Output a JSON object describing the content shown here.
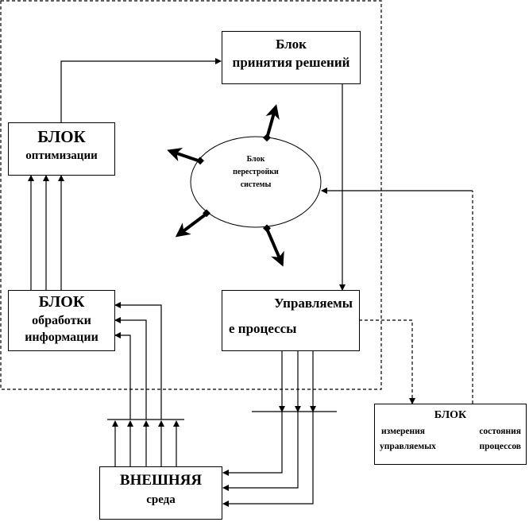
{
  "diagram": {
    "blocks": {
      "decision": {
        "line1": "Блок",
        "line2": "принятия решений"
      },
      "optimization": {
        "line1": "БЛОК",
        "line2": "оптимизации"
      },
      "processing": {
        "line1": "БЛОК",
        "line2": "обработки",
        "line3": "информации"
      },
      "managed": {
        "line1": "Управляемы",
        "line2": "е процессы"
      },
      "measurement": {
        "line1": "БЛОК",
        "line2a": "измерения",
        "line2b": "состояния",
        "line3a": "управляемых",
        "line3b": "процессов"
      },
      "environment": {
        "line1": "ВНЕШНЯЯ",
        "line2": "среда"
      },
      "restructuring": {
        "line1": "Блок",
        "line2": "перестройки",
        "line3": "системы"
      }
    },
    "colors": {
      "stroke": "#000000",
      "background": "#ffffff"
    }
  }
}
